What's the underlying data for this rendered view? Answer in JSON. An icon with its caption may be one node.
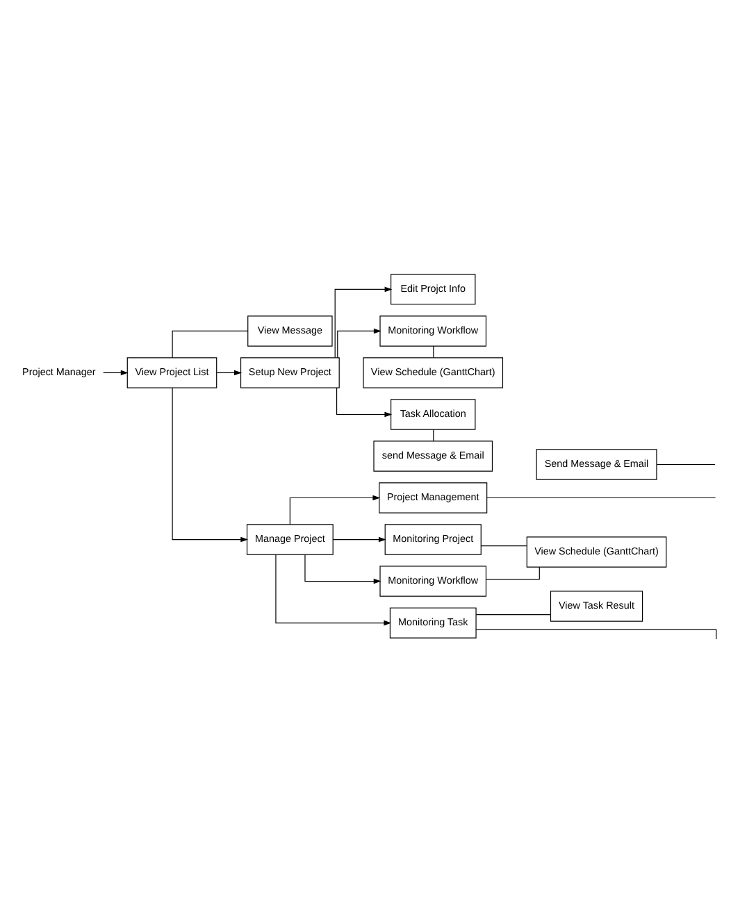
{
  "diagram": {
    "nodes": [
      {
        "text": [
          "Project Manager"
        ]
      },
      {
        "text": [
          "View Project List"
        ]
      },
      {
        "text": [
          "View Message"
        ]
      },
      {
        "text": [
          "Setup New Project"
        ]
      },
      {
        "text": [
          "Edit Projct Info"
        ]
      },
      {
        "text": [
          "Monitoring Workflow"
        ]
      },
      {
        "text": [
          "View Schedule (GanttChart)"
        ]
      },
      {
        "text": [
          "Task Allocation"
        ]
      },
      {
        "text": [
          "send Message & Email"
        ]
      },
      {
        "text": [
          "Manage Project"
        ]
      },
      {
        "text": [
          "Project Management"
        ]
      },
      {
        "text": [
          "Monitoring Project"
        ]
      },
      {
        "text": [
          "Monitoring Workflow"
        ]
      },
      {
        "text": [
          "View Schedule (GanttChart)"
        ]
      },
      {
        "text": [
          "Send Message & Email"
        ]
      },
      {
        "text": [
          "Monitoring Task"
        ]
      },
      {
        "text": [
          "View Task Result"
        ]
      }
    ],
    "edges": [
      {
        "from": 0,
        "to": 1,
        "arrow": "to"
      },
      {
        "from": 1,
        "to": 2,
        "arrow": "none"
      },
      {
        "from": 1,
        "to": 3,
        "arrow": "to"
      },
      {
        "from": 1,
        "to": 9,
        "arrow": "to"
      },
      {
        "from": 3,
        "to": 4,
        "arrow": "to"
      },
      {
        "from": 3,
        "to": 5,
        "arrow": "to"
      },
      {
        "from": 3,
        "to": 7,
        "arrow": "to"
      },
      {
        "from": 5,
        "to": 6,
        "arrow": "none"
      },
      {
        "from": 7,
        "to": 8,
        "arrow": "none"
      },
      {
        "from": 9,
        "to": 10,
        "arrow": "to"
      },
      {
        "from": 9,
        "to": 11,
        "arrow": "to"
      },
      {
        "from": 9,
        "to": 12,
        "arrow": "to"
      },
      {
        "from": 9,
        "to": 15,
        "arrow": "to"
      },
      {
        "from": 10,
        "to": null,
        "arrow": "none"
      },
      {
        "from": 11,
        "to": 13,
        "arrow": "none"
      },
      {
        "from": 12,
        "to": 13,
        "arrow": "none"
      },
      {
        "from": 14,
        "to": null,
        "arrow": "none"
      },
      {
        "from": 15,
        "to": null,
        "arrow": "none"
      },
      {
        "from": 15,
        "to": 16,
        "arrow": "none"
      }
    ]
  }
}
